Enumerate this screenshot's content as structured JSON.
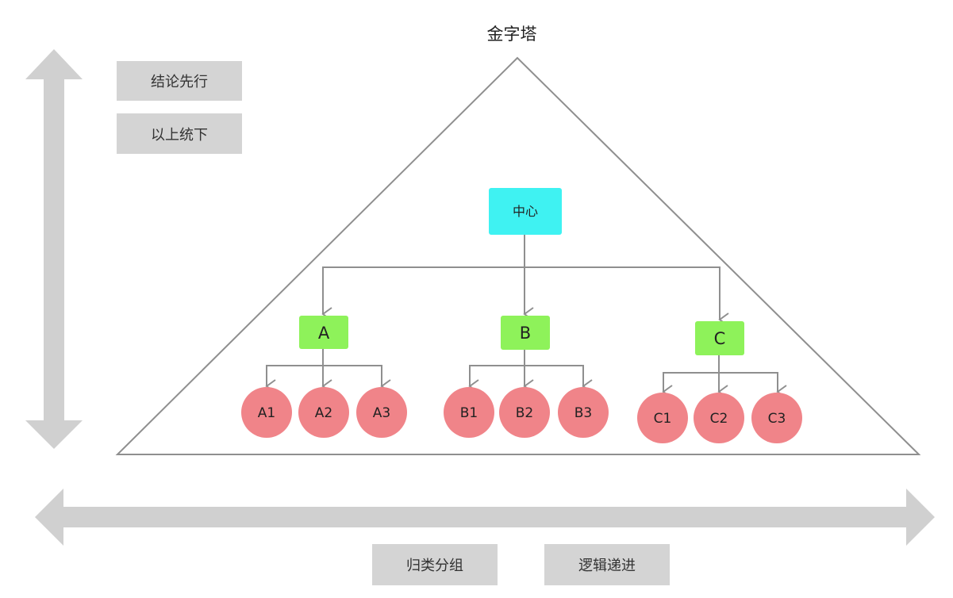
{
  "title": "金字塔",
  "vertical_labels": [
    "结论先行",
    "以上统下"
  ],
  "horizontal_labels": [
    "归类分组",
    "逻辑递进"
  ],
  "center": "中心",
  "groups": [
    {
      "label": "A",
      "children": [
        "A1",
        "A2",
        "A3"
      ]
    },
    {
      "label": "B",
      "children": [
        "B1",
        "B2",
        "B3"
      ]
    },
    {
      "label": "C",
      "children": [
        "C1",
        "C2",
        "C3"
      ]
    }
  ],
  "colors": {
    "center_fill": "#3ff2f2",
    "group_fill": "#8ef25a",
    "leaf_fill": "#f08489",
    "arrow_fill": "#d0d0d0",
    "line": "#8f8f8f",
    "label_bg": "#d4d4d4"
  }
}
